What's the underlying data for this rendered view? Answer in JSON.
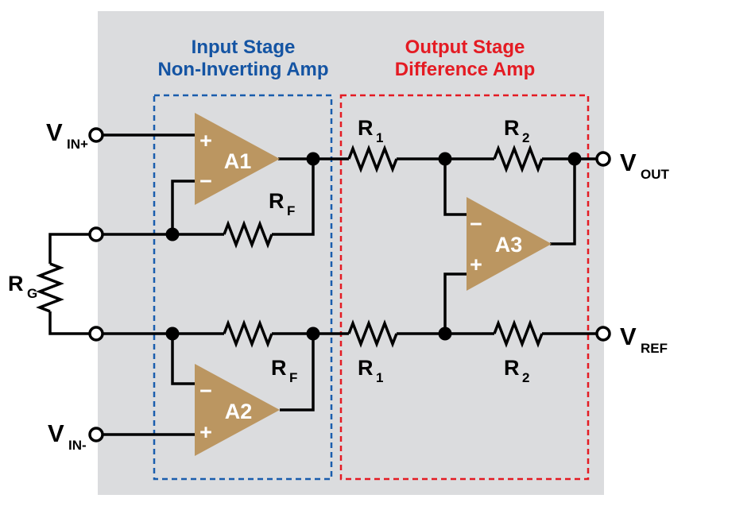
{
  "colors": {
    "background": "#ffffff",
    "panel": "#dbdcde",
    "wire": "#000000",
    "opamp": "#bb9661",
    "opamp_text": "#ffffff",
    "label": "#000000",
    "box_blue": "#1a5dad",
    "box_red": "#e41b23"
  },
  "headings": {
    "input": {
      "line1": "Input Stage",
      "line2": "Non-Inverting Amp",
      "color": "#1454a3"
    },
    "output": {
      "line1": "Output Stage",
      "line2": "Difference Amp",
      "color": "#e41b23"
    }
  },
  "terminals": {
    "vin_plus": {
      "main": "V",
      "sub": "IN+"
    },
    "vin_minus": {
      "main": "V",
      "sub": "IN-"
    },
    "vout": {
      "main": "V",
      "sub": "OUT"
    },
    "vref": {
      "main": "V",
      "sub": "REF"
    }
  },
  "resistors": {
    "rg": {
      "main": "R",
      "sub": "G"
    },
    "rf_top": {
      "main": "R",
      "sub": "F"
    },
    "rf_bottom": {
      "main": "R",
      "sub": "F"
    },
    "r1_top": {
      "main": "R",
      "sub": "1"
    },
    "r2_top": {
      "main": "R",
      "sub": "2"
    },
    "r1_bottom": {
      "main": "R",
      "sub": "1"
    },
    "r2_bottom": {
      "main": "R",
      "sub": "2"
    }
  },
  "opamps": {
    "a1": {
      "label": "A1",
      "plus": "+",
      "minus": "−"
    },
    "a2": {
      "label": "A2",
      "plus": "+",
      "minus": "−"
    },
    "a3": {
      "label": "A3",
      "plus": "+",
      "minus": "−"
    }
  }
}
